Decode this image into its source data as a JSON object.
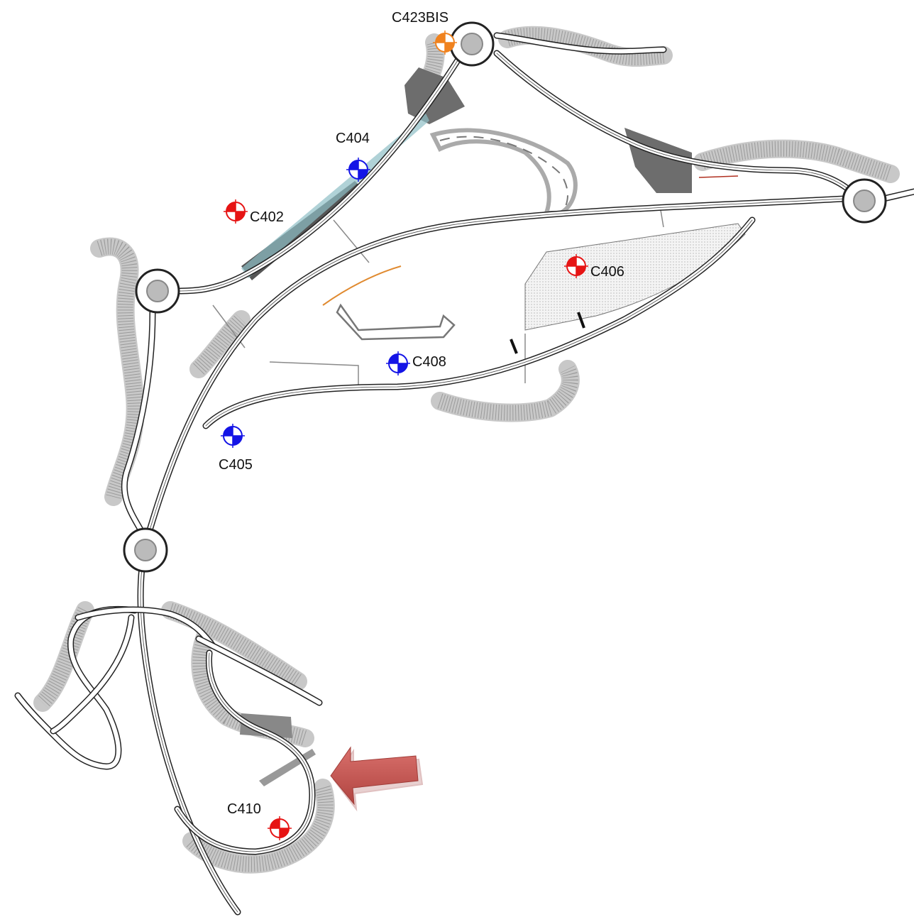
{
  "map": {
    "markers": [
      {
        "id": "C423BIS",
        "label": "C423BIS",
        "color": "#f0821e"
      },
      {
        "id": "C404",
        "label": "C404",
        "color": "#1414e6"
      },
      {
        "id": "C402",
        "label": "C402",
        "color": "#e61414"
      },
      {
        "id": "C406",
        "label": "C406",
        "color": "#e61414"
      },
      {
        "id": "C408",
        "label": "C408",
        "color": "#1414e6"
      },
      {
        "id": "C405",
        "label": "C405",
        "color": "#1414e6"
      },
      {
        "id": "C410",
        "label": "C410",
        "color": "#e61414"
      }
    ],
    "arrow": {
      "color": "#c0504d",
      "direction": "left"
    }
  }
}
